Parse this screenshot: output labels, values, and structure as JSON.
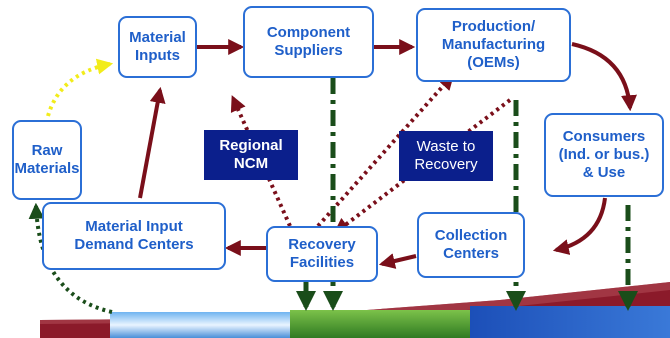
{
  "nodes": {
    "raw_materials": "Raw\nMaterials",
    "material_inputs": "Material\nInputs",
    "component_suppliers": "Component\nSuppliers",
    "production_manufacturing": "Production/\nManufacturing\n(OEMs)",
    "consumers": "Consumers\n(Ind. or bus.)\n& Use",
    "collection_centers": "Collection\nCenters",
    "recovery_facilities": "Recovery\nFacilities",
    "material_input_demand_centers": "Material Input\nDemand Centers"
  },
  "labels": {
    "regional_ncm": "Regional\nNCM",
    "waste_to_recovery": "Waste to\nRecovery"
  },
  "colors": {
    "box_border": "#2b6fd6",
    "box_text": "#1f5fc9",
    "flow_arrow": "#7a0f1a",
    "waste_arrow": "#1a4d1a",
    "raw_link": "#f2ec1a",
    "label_fill": "#0b1f8c",
    "ground_band": "#8b1a2a"
  }
}
